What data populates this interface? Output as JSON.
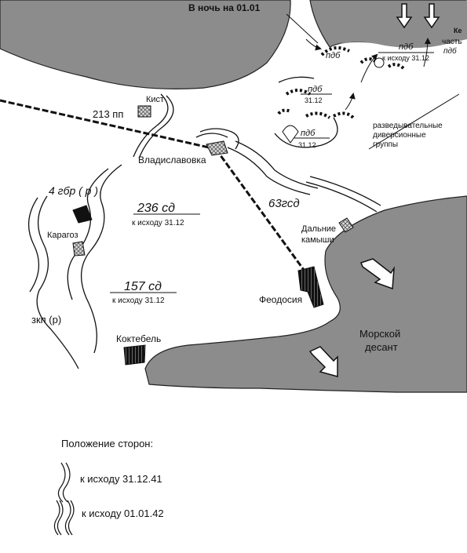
{
  "header": {
    "night_label": "В ночь на 01.01",
    "kerch_fragment": "Ке",
    "part_label_1": "часть",
    "part_label_2": "пдб"
  },
  "units": {
    "pdb_north": "пдб",
    "pdb_ne_title": "пдб",
    "pdb_ne_sub": "к исходу 31.12",
    "pdb_center_title": "пдб",
    "pdb_center_sub": "31.12",
    "pdb_south_title": "пдб",
    "pdb_south_sub": "31.12",
    "recon_1": "разведывательные",
    "recon_2": "диверсионные",
    "recon_3": "группы",
    "reg_213": "213 пп",
    "gsd_63": "63гсд",
    "gbr_4": "4 гбр ( р )",
    "sd_236_title": "236 сд",
    "sd_236_sub": "к исходу 31.12",
    "sd_157_title": "157 сд",
    "sd_157_sub": "к исходу 31.12",
    "zkp": "зкп (р)",
    "landing_1": "Морской",
    "landing_2": "десант"
  },
  "places": {
    "kist": "Кист",
    "vladislavovka": "Владиславовка",
    "karagoz": "Карагоз",
    "dalnie_1": "Дальние",
    "dalnie_2": "камыши",
    "feodosia": "Феодосия",
    "koktebel": "Коктебель"
  },
  "legend": {
    "title": "Положение сторон:",
    "item1": "к исходу 31.12.41",
    "item2": "к исходу 01.01.42"
  },
  "colors": {
    "sea": "#8c8c8c",
    "land": "#ffffff",
    "line": "#111111"
  }
}
